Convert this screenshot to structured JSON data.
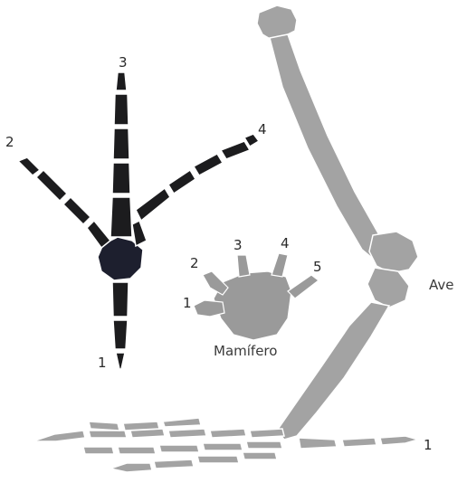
{
  "bird_foot": {
    "digit_labels": [
      "3",
      "2",
      "4",
      "1"
    ],
    "color": "#1c1c1e",
    "center_color": "#1d1f2e"
  },
  "mammal_foot": {
    "digit_labels": [
      "1",
      "2",
      "3",
      "4",
      "5"
    ],
    "caption": "Mamífero",
    "color": "#9a9a9a"
  },
  "bird_leg": {
    "caption": "Ave",
    "toe_label": "1",
    "color": "#a3a3a3"
  }
}
